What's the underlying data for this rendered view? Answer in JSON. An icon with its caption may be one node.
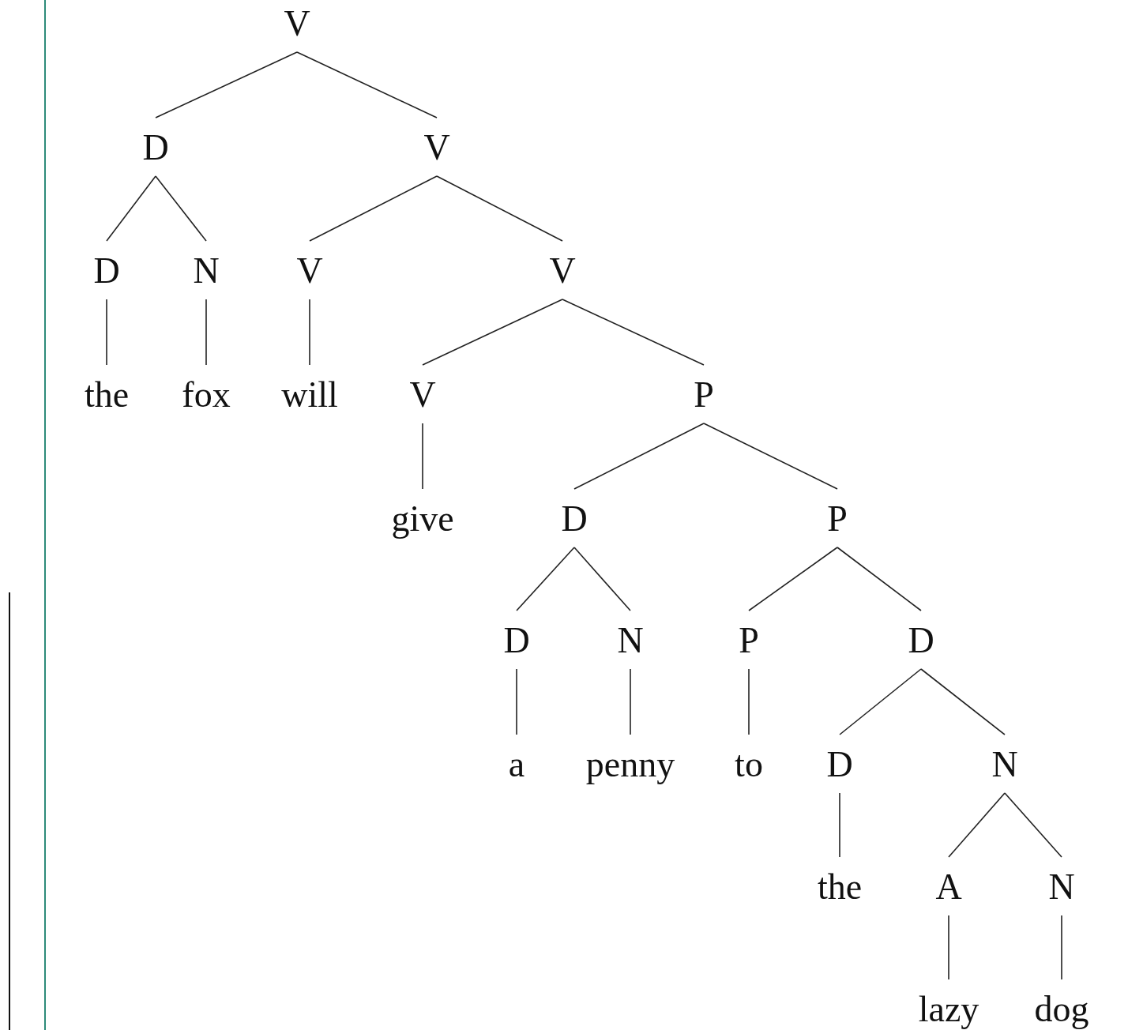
{
  "diagram": {
    "nodes": [
      {
        "text": [
          "V"
        ]
      },
      {
        "text": [
          "D"
        ]
      },
      {
        "text": [
          "V"
        ]
      },
      {
        "text": [
          "D"
        ]
      },
      {
        "text": [
          "N"
        ]
      },
      {
        "text": [
          "V"
        ]
      },
      {
        "text": [
          "V"
        ]
      },
      {
        "text": [
          "the"
        ]
      },
      {
        "text": [
          "fox"
        ]
      },
      {
        "text": [
          "will"
        ]
      },
      {
        "text": [
          "V"
        ]
      },
      {
        "text": [
          "P"
        ]
      },
      {
        "text": [
          "give"
        ]
      },
      {
        "text": [
          "D"
        ]
      },
      {
        "text": [
          "P"
        ]
      },
      {
        "text": [
          "D"
        ]
      },
      {
        "text": [
          "N"
        ]
      },
      {
        "text": [
          "P"
        ]
      },
      {
        "text": [
          "D"
        ]
      },
      {
        "text": [
          "a"
        ]
      },
      {
        "text": [
          "penny"
        ]
      },
      {
        "text": [
          "to"
        ]
      },
      {
        "text": [
          "D"
        ]
      },
      {
        "text": [
          "N"
        ]
      },
      {
        "text": [
          "the"
        ]
      },
      {
        "text": [
          "A"
        ]
      },
      {
        "text": [
          "N"
        ]
      },
      {
        "text": [
          "lazy"
        ]
      },
      {
        "text": [
          "dog"
        ]
      }
    ],
    "edges": [
      {
        "from": 0,
        "to": 1,
        "arrow": "none"
      },
      {
        "from": 0,
        "to": 2,
        "arrow": "none"
      },
      {
        "from": 1,
        "to": 3,
        "arrow": "none"
      },
      {
        "from": 1,
        "to": 4,
        "arrow": "none"
      },
      {
        "from": 2,
        "to": 5,
        "arrow": "none"
      },
      {
        "from": 2,
        "to": 6,
        "arrow": "none"
      },
      {
        "from": 3,
        "to": 7,
        "arrow": "none"
      },
      {
        "from": 4,
        "to": 8,
        "arrow": "none"
      },
      {
        "from": 5,
        "to": 9,
        "arrow": "none"
      },
      {
        "from": 6,
        "to": 10,
        "arrow": "none"
      },
      {
        "from": 6,
        "to": 11,
        "arrow": "none"
      },
      {
        "from": 10,
        "to": 12,
        "arrow": "none"
      },
      {
        "from": 11,
        "to": 13,
        "arrow": "none"
      },
      {
        "from": 11,
        "to": 14,
        "arrow": "none"
      },
      {
        "from": 13,
        "to": 15,
        "arrow": "none"
      },
      {
        "from": 13,
        "to": 16,
        "arrow": "none"
      },
      {
        "from": 14,
        "to": 17,
        "arrow": "none"
      },
      {
        "from": 14,
        "to": 18,
        "arrow": "none"
      },
      {
        "from": 15,
        "to": 19,
        "arrow": "none"
      },
      {
        "from": 16,
        "to": 20,
        "arrow": "none"
      },
      {
        "from": 17,
        "to": 21,
        "arrow": "none"
      },
      {
        "from": 18,
        "to": 22,
        "arrow": "none"
      },
      {
        "from": 18,
        "to": 23,
        "arrow": "none"
      },
      {
        "from": 22,
        "to": 24,
        "arrow": "none"
      },
      {
        "from": 23,
        "to": 25,
        "arrow": "none"
      },
      {
        "from": 23,
        "to": 26,
        "arrow": "none"
      },
      {
        "from": 25,
        "to": 27,
        "arrow": "none"
      },
      {
        "from": 26,
        "to": 28,
        "arrow": "none"
      }
    ]
  }
}
